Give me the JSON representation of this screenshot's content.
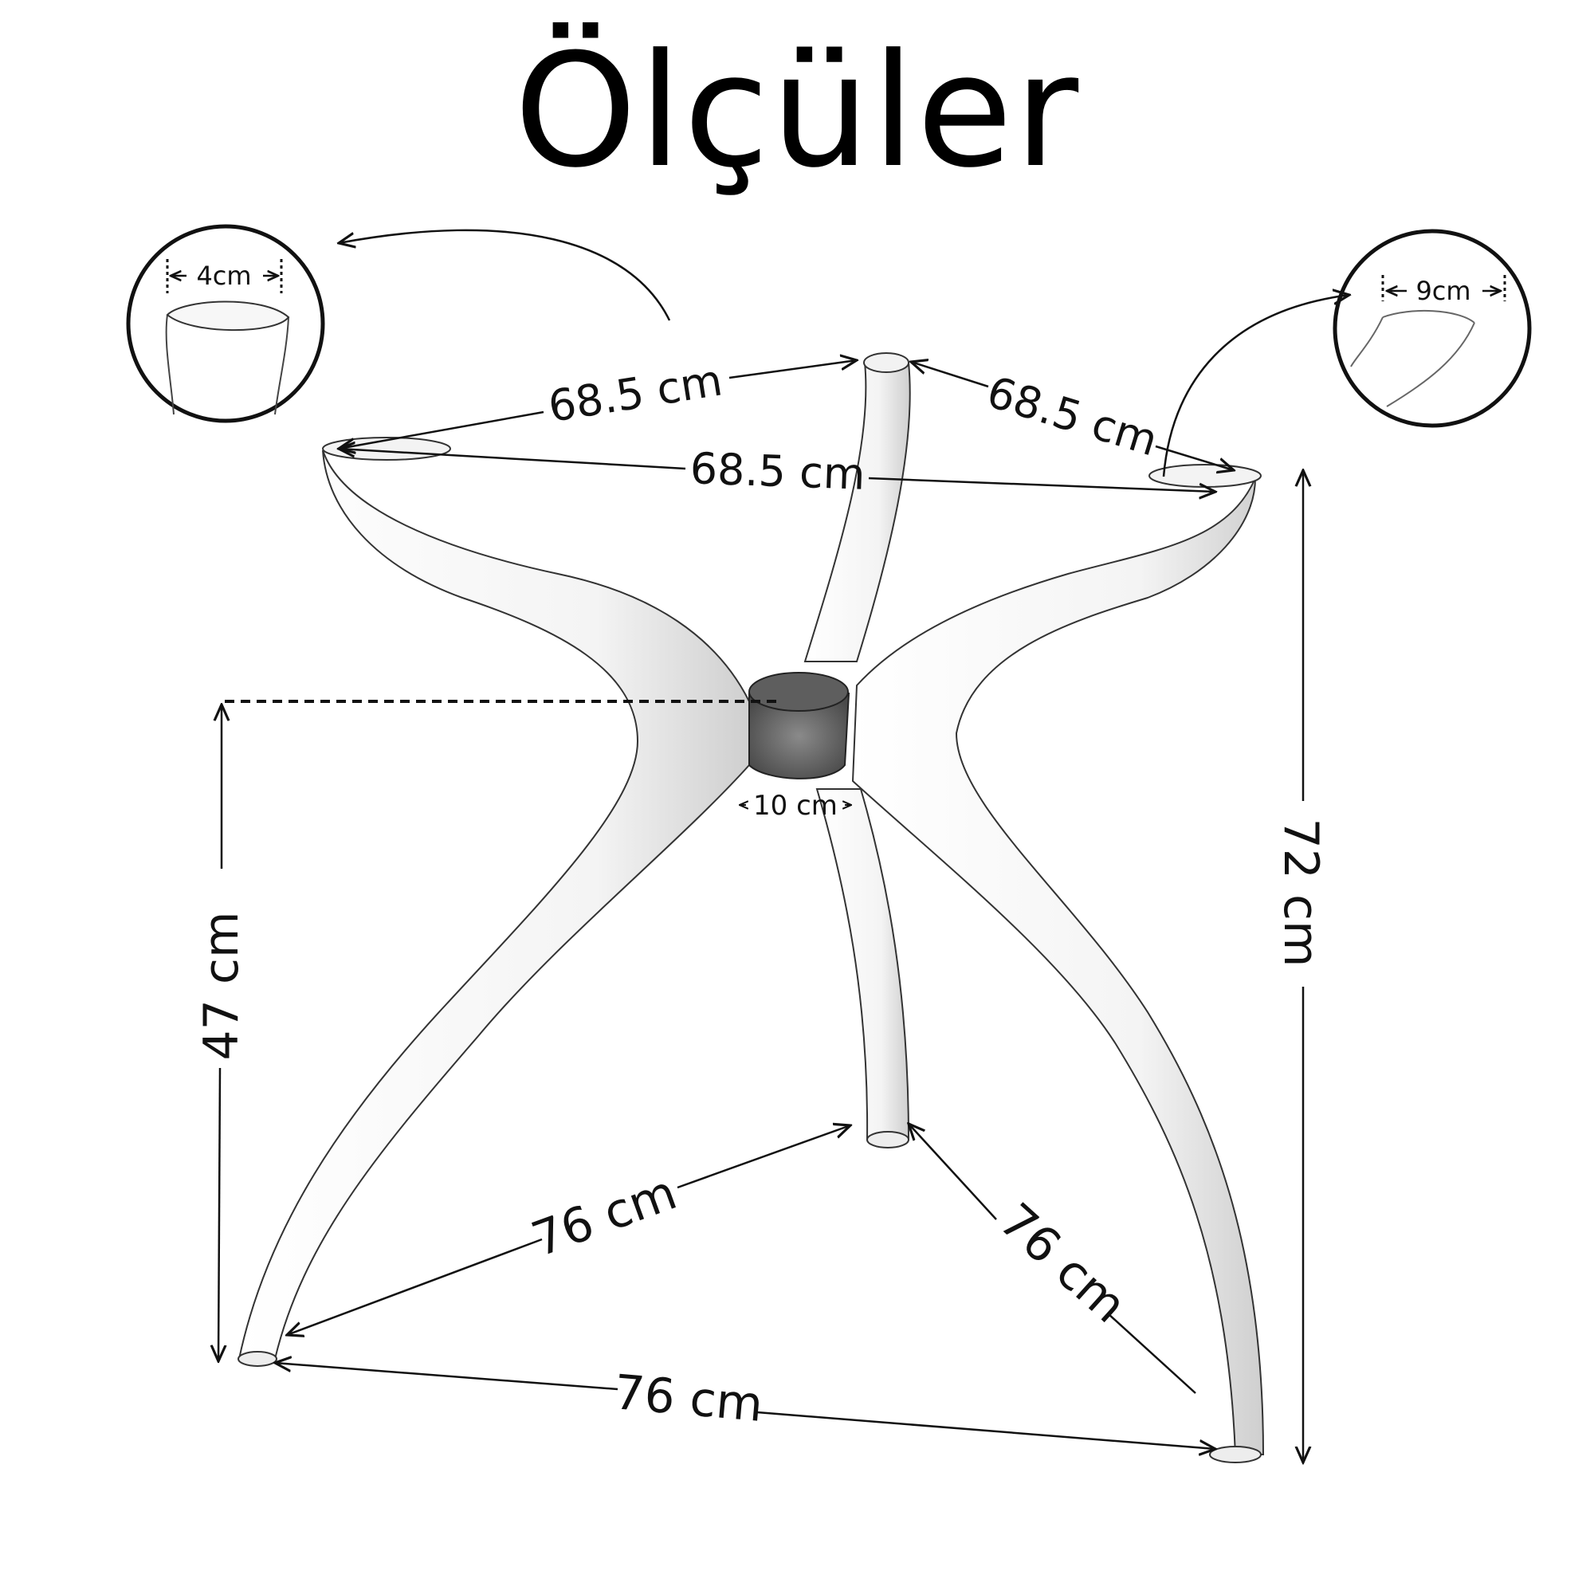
{
  "title": "Ölçüler",
  "detail_top_left": {
    "label": "4cm"
  },
  "detail_top_right": {
    "label": "9cm"
  },
  "dimensions": {
    "top_left_to_back": "68.5 cm",
    "back_to_top_right": "68.5 cm",
    "top_left_to_top_right": "68.5 cm",
    "hub_diameter": "10 cm",
    "hub_height": "47 cm",
    "total_height": "72 cm",
    "bottom_left_to_back": "76 cm",
    "back_to_bottom_right": "76 cm",
    "bottom_left_to_bottom_right": "76 cm"
  },
  "colors": {
    "line": "#1a1a1a",
    "leg_fill": "#ffffff",
    "leg_shade": "#d9d9d9",
    "hub": "#6b6b6b"
  }
}
